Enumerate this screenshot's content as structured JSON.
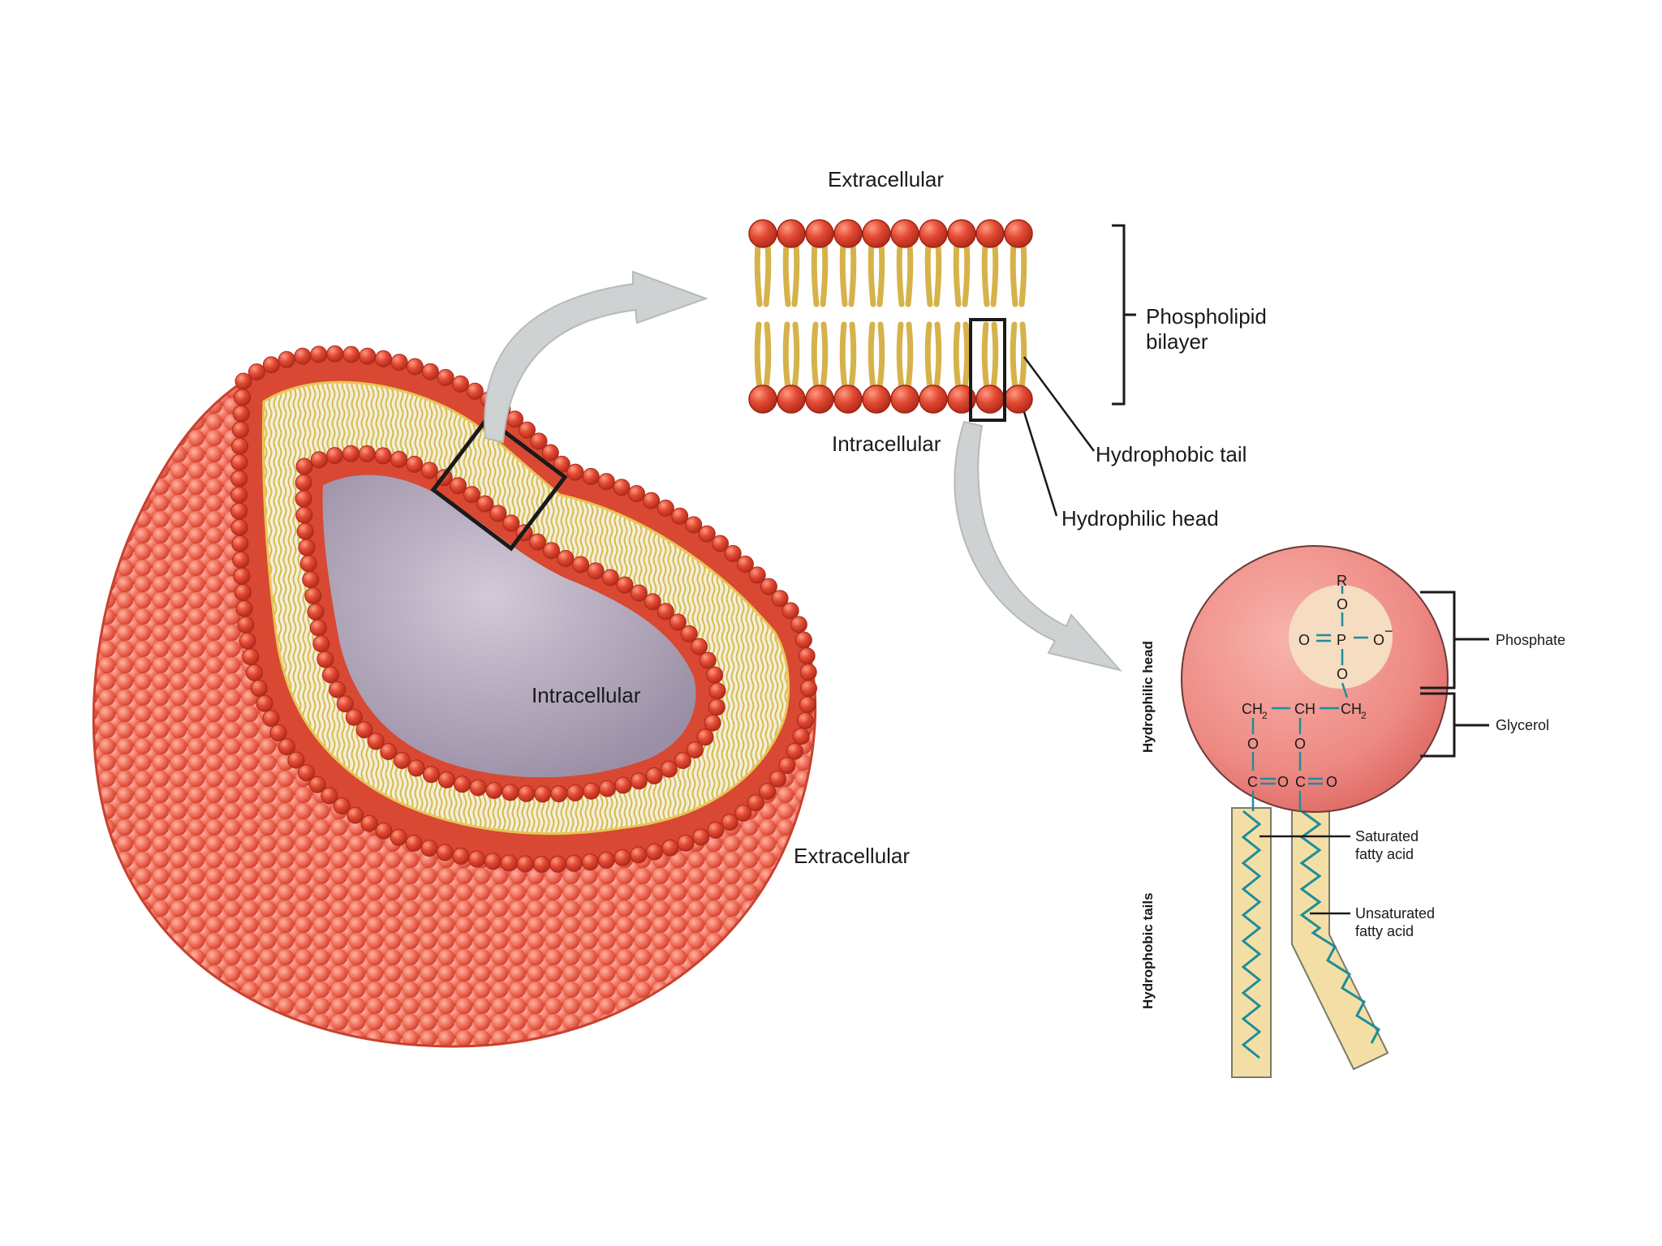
{
  "labels": {
    "cell_intracellular": "Intracellular",
    "cell_extracellular": "Extracellular",
    "bilayer_extracellular": "Extracellular",
    "bilayer_intracellular": "Intracellular",
    "phospholipid_bilayer_line1": "Phospholipid",
    "phospholipid_bilayer_line2": "bilayer",
    "hydrophobic_tail": "Hydrophobic tail",
    "hydrophilic_head": "Hydrophilic head",
    "phosphate": "Phosphate",
    "glycerol": "Glycerol",
    "saturated_line1": "Saturated",
    "saturated_line2": "fatty acid",
    "unsaturated_line1": "Unsaturated",
    "unsaturated_line2": "fatty acid",
    "side_hydrophilic_head": "Hydrophilic head",
    "side_hydrophobic_tails": "Hydrophobic tails"
  },
  "chemistry": {
    "r": "R",
    "o_top": "O",
    "o_double": "O",
    "p": "P",
    "o_minus": "O",
    "minus_sign": "−",
    "o_bottom": "O",
    "ch2_left": "CH",
    "ch_mid": "CH",
    "ch2_right": "CH",
    "sub2": "2",
    "o_left": "O",
    "o_mid": "O",
    "c_left": "C",
    "o_ester_left": "O",
    "c_right": "C",
    "o_ester_right": "O"
  },
  "colors": {
    "membrane_red": "#e8554a",
    "head_red": "#d9402f",
    "tail_yellow": "#e6cf6a",
    "cytoplasm": "#b7acbf",
    "arrow_gray": "#c9cccc",
    "bond_teal": "#1e8d9a",
    "tail_beige": "#f3dfa5"
  }
}
